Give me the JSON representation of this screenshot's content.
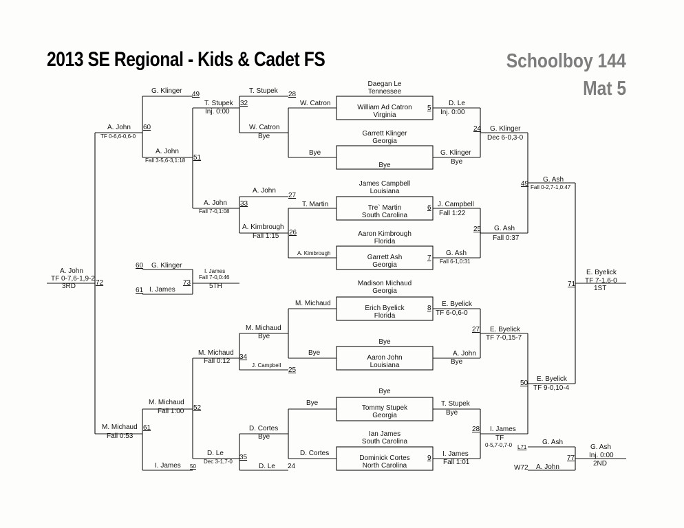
{
  "header": {
    "title": "2013 SE Regional - Kids & Cadet FS",
    "weight": "Schoolboy 144",
    "mat": "Mat 5"
  },
  "labels": {
    "l1": "G. Klinger",
    "l2": "49",
    "l3": "T. Stupek",
    "l4": "28",
    "l5": "Daegan Le",
    "l6": "Tennessee",
    "l7": "T. Stupek",
    "l8": "32",
    "l9": "Inj. 0:00",
    "l10": "W. Catron",
    "l11": "William Ad Catron",
    "l12": "Virginia",
    "l13": "5",
    "l14": "D. Le",
    "l15": "Inj. 0:00",
    "l16": "A. John",
    "l17": "60",
    "l18": "TF 0-6,6-0,6-0",
    "l19": "W. Catron",
    "l20": "Bye",
    "l21": "24",
    "l22": "G. Klinger",
    "l23": "Dec 6-0,3-0",
    "l24": "Garrett Klinger",
    "l25": "Georgia",
    "l26": "A. John",
    "l27": "Fall 3-5,6-3,1:18",
    "l28": "51",
    "l29": "Bye",
    "l30": "G. Klinger",
    "l31": "Bye",
    "l32": "Bye",
    "l33": "James Campbell",
    "l34": "Louisiana",
    "l35": "G. Ash",
    "l36": "49",
    "l37": "Fall 0-2,7-1,0:47",
    "l38": "A. John",
    "l39": "27",
    "l40": "T. Martin",
    "l41": "Tre` Martin",
    "l42": "South Carolina",
    "l43": "6",
    "l44": "J. Campbell",
    "l45": "A. John",
    "l46": "33",
    "l47": "Fall 7-0,1:08",
    "l48": "Fall 1:22",
    "l49": "A. Kimbrough",
    "l50": "26",
    "l51": "Fall 1:15",
    "l52": "25",
    "l53": "G. Ash",
    "l54": "Fall 0:37",
    "l55": "Aaron Kimbrough",
    "l56": "Florida",
    "l57": "A. Kimbrough",
    "l58": "Garrett Ash",
    "l59": "Georgia",
    "l60": "7",
    "l61": "G. Ash",
    "l62": "Fall 6-1,0:31",
    "l63": "60",
    "l64": "G. Klinger",
    "l65": "I. James",
    "l66": "Fall 7-0,0:46",
    "l67": "5TH",
    "l68": "73",
    "l69": "61",
    "l70": "I. James",
    "l71": "A. John",
    "l72": "TF 0-7,6-1,9-2",
    "l73": "3RD",
    "l74": "72",
    "l75": "E. Byelick",
    "l76": "TF 7-1,6-0",
    "l77": "1ST",
    "l78": "71",
    "l79": "Madison Michaud",
    "l80": "Georgia",
    "l81": "M. Michaud",
    "l82": "Erich Byelick",
    "l83": "Florida",
    "l84": "8",
    "l85": "E. Byelick",
    "l86": "TF 6-0,6-0",
    "l87": "M. Michaud",
    "l88": "Bye",
    "l89": "27",
    "l90": "E. Byelick",
    "l91": "TF 7-0,15-7",
    "l92": "Bye",
    "l93": "Bye",
    "l94": "Aaron John",
    "l95": "Louisiana",
    "l96": "A. John",
    "l97": "Bye",
    "l98": "M. Michaud",
    "l99": "34",
    "l100": "Fall 0:12",
    "l101": "J. Campbell",
    "l102": "25",
    "l103": "50",
    "l104": "E. Byelick",
    "l105": "TF 9-0,10-4",
    "l106": "Bye",
    "l107": "M. Michaud",
    "l108": "Fall 1:00",
    "l109": "52",
    "l110": "Bye",
    "l111": "Tommy Stupek",
    "l112": "Georgia",
    "l113": "T. Stupek",
    "l114": "Bye",
    "l115": "M. Michaud",
    "l116": "61",
    "l117": "Fall 0:53",
    "l118": "D. Cortes",
    "l119": "Bye",
    "l120": "28",
    "l121": "I. James",
    "l122": "TF",
    "l123": "0-5,7-0,7-0",
    "l124": "Ian James",
    "l125": "South Carolina",
    "l126": "G. Ash",
    "l127": "L71",
    "l128": "G. Ash",
    "l129": "Inj. 0:00",
    "l130": "2ND",
    "l131": "D. Le",
    "l132": "35",
    "l133": "Dec 3-1,7-0",
    "l134": "D. Cortes",
    "l135": "Dominick Cortes",
    "l136": "North Carolina",
    "l137": "9",
    "l138": "I. James",
    "l139": "Fall 1:01",
    "l140": "77",
    "l141": "I. James",
    "l142": "50",
    "l143": "D. Le",
    "l144": "24",
    "l145": "W72",
    "l146": "A. John"
  }
}
